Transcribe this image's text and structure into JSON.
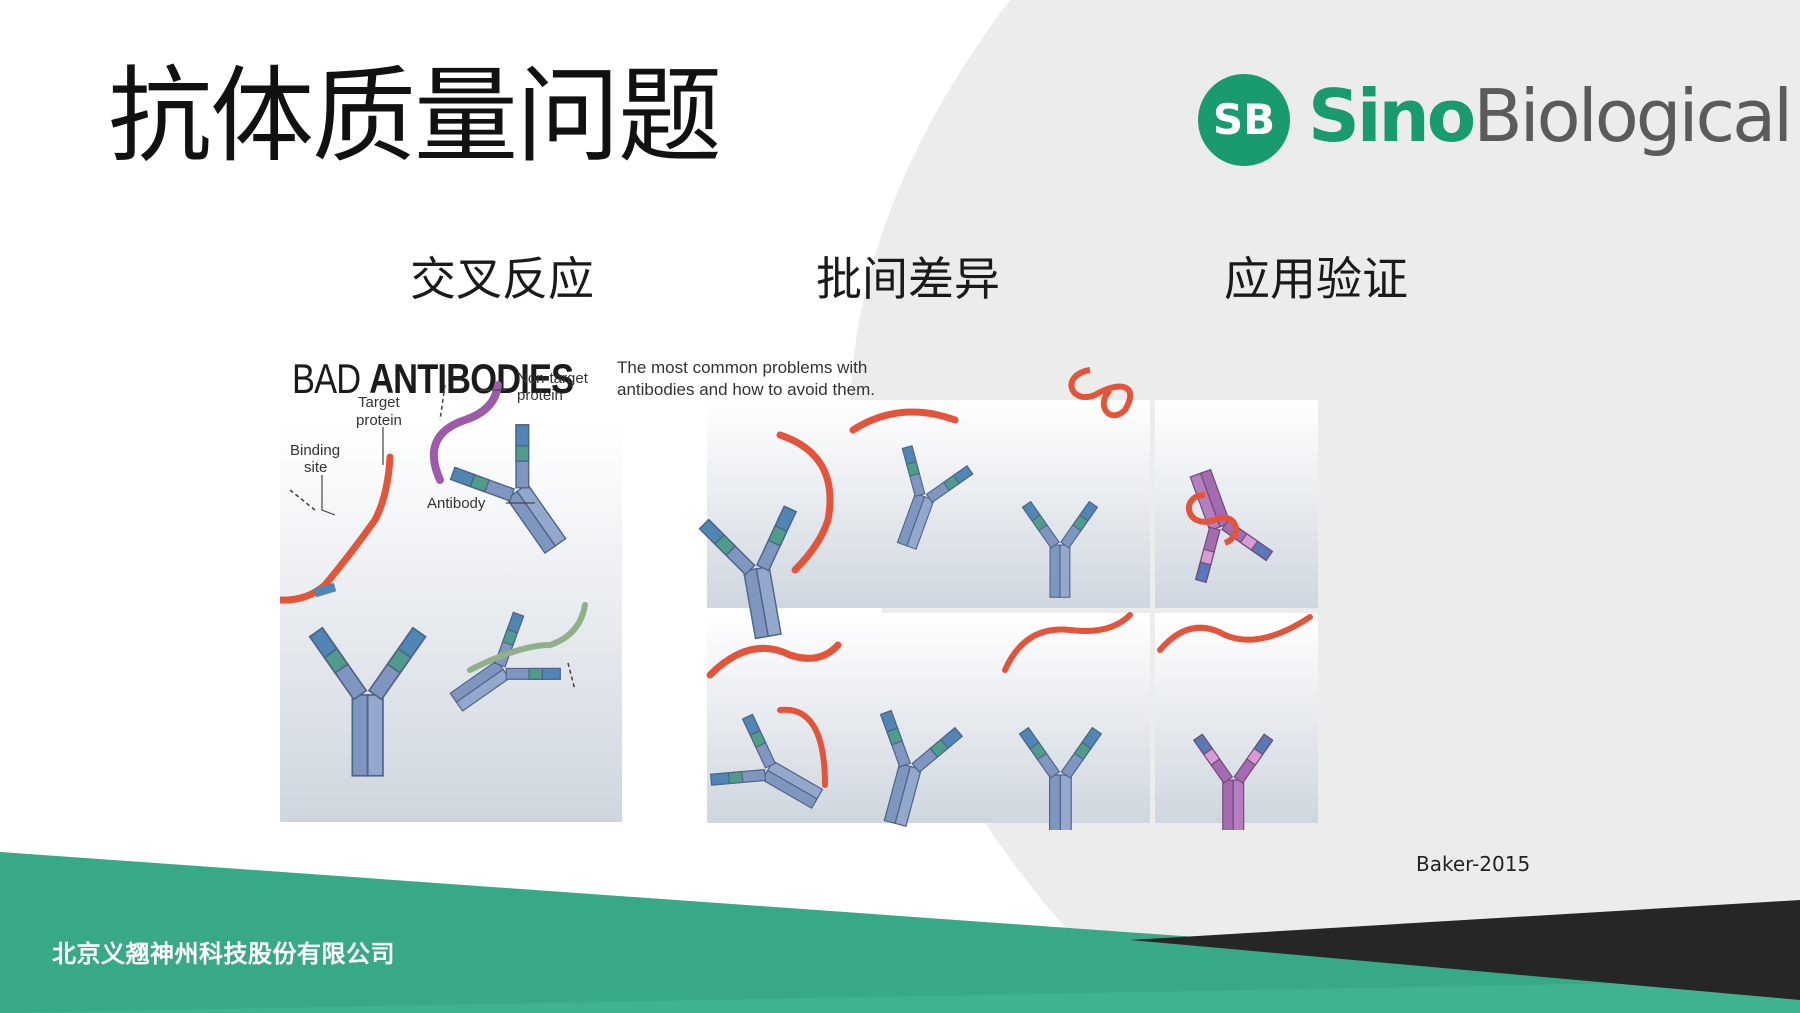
{
  "slide": {
    "title": "抗体质量问题",
    "sections": [
      "交叉反应",
      "批间差异",
      "应用验证"
    ],
    "citation": "Baker-2015",
    "company": "北京义翘神州科技股份有限公司"
  },
  "logo": {
    "badge": "SB",
    "brand_primary": "Sino",
    "brand_secondary": "Biological",
    "primary_color": "#1a9a6f",
    "secondary_color": "#5b5b5b"
  },
  "figure": {
    "title_light": "BAD",
    "title_bold": "ANTIBODIES",
    "subtitle": "The most common problems with antibodies and how to avoid them.",
    "labels": {
      "binding_site": [
        "Binding",
        "site"
      ],
      "target_protein": [
        "Target",
        "protein"
      ],
      "non_target_protein": [
        "Non-target",
        "protein"
      ],
      "antibody": "Antibody"
    }
  },
  "colors": {
    "accent_green": "#3fb28f",
    "dark_band": "#262626",
    "antibody_blue": "#7f97c0",
    "protein_red": "#e2553a",
    "antibody_purple": "#a56bb0"
  }
}
